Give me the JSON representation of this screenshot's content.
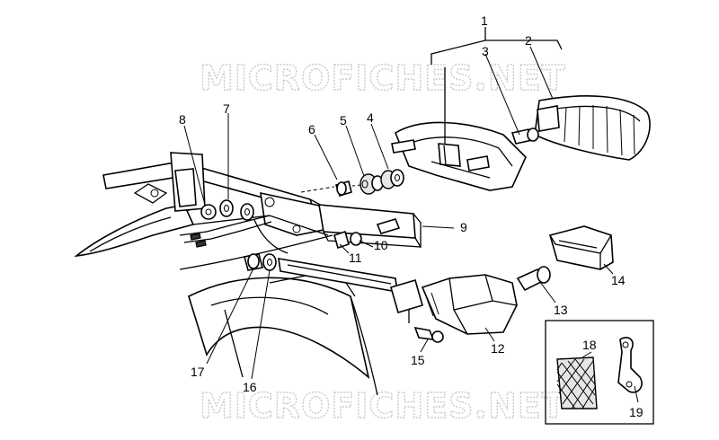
{
  "watermark": "MICROFICHES.NET",
  "callouts": [
    {
      "id": "c1",
      "label": "1"
    },
    {
      "id": "c2",
      "label": "2"
    },
    {
      "id": "c3",
      "label": "3"
    },
    {
      "id": "c4",
      "label": "4"
    },
    {
      "id": "c5",
      "label": "5"
    },
    {
      "id": "c6",
      "label": "6"
    },
    {
      "id": "c7",
      "label": "7"
    },
    {
      "id": "c8",
      "label": "8"
    },
    {
      "id": "c9",
      "label": "9"
    },
    {
      "id": "c10",
      "label": "10"
    },
    {
      "id": "c11",
      "label": "11"
    },
    {
      "id": "c12",
      "label": "12"
    },
    {
      "id": "c13",
      "label": "13"
    },
    {
      "id": "c14",
      "label": "14"
    },
    {
      "id": "c15",
      "label": "15"
    },
    {
      "id": "c16",
      "label": "16"
    },
    {
      "id": "c17",
      "label": "17"
    },
    {
      "id": "c18",
      "label": "18"
    },
    {
      "id": "c19",
      "label": "19"
    }
  ]
}
